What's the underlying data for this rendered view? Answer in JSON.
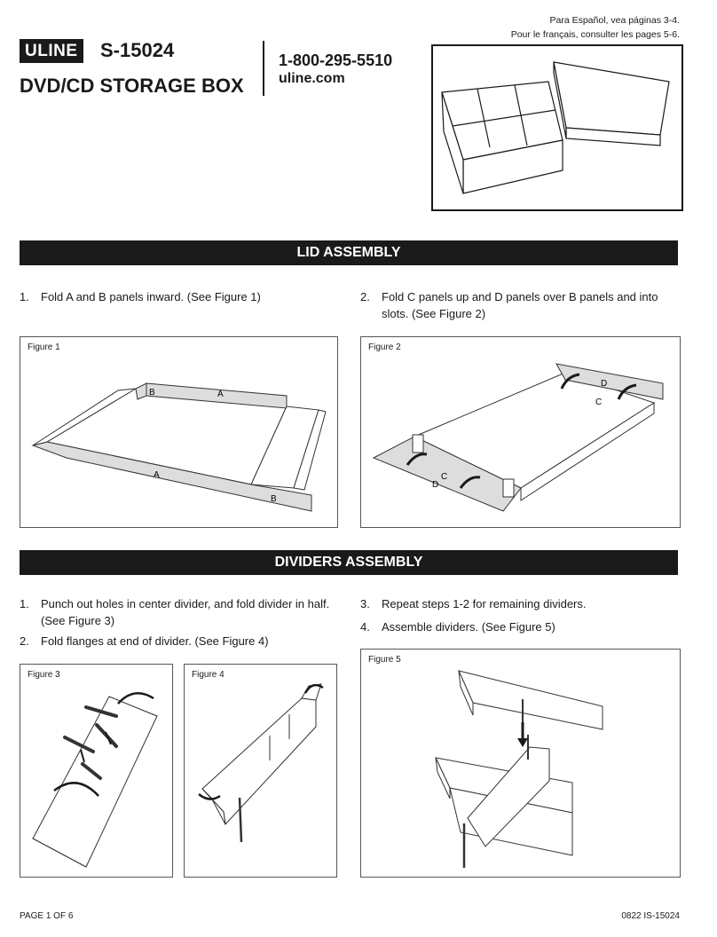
{
  "header": {
    "lang_es": "Para Español, vea páginas 3-4.",
    "lang_fr": "Pour le français, consulter les pages 5-6.",
    "logo": "ULINE",
    "model": "S-15024",
    "title": "DVD/CD STORAGE BOX",
    "phone": "1-800-295-5510",
    "website": "uline.com"
  },
  "lid_section": {
    "heading": "LID ASSEMBLY",
    "steps": [
      {
        "num": "1.",
        "text": "Fold A and B panels inward. (See Figure 1)"
      },
      {
        "num": "2.",
        "text": "Fold C panels up and D panels over B panels and into slots. (See Figure 2)"
      }
    ],
    "figure1": {
      "label": "Figure 1",
      "panel_labels": [
        "A",
        "B",
        "A",
        "B"
      ]
    },
    "figure2": {
      "label": "Figure 2",
      "panel_labels": [
        "D",
        "C",
        "C",
        "D"
      ]
    }
  },
  "dividers_section": {
    "heading": "DIVIDERS ASSEMBLY",
    "steps_left": [
      {
        "num": "1.",
        "text": "Punch out holes in center divider, and fold divider in half. (See Figure 3)"
      },
      {
        "num": "2.",
        "text": "Fold flanges at end of divider. (See Figure 4)"
      }
    ],
    "steps_right": [
      {
        "num": "3.",
        "text": "Repeat steps 1-2 for remaining dividers."
      },
      {
        "num": "4.",
        "text": "Assemble dividers. (See Figure 5)"
      }
    ],
    "figure3": {
      "label": "Figure 3"
    },
    "figure4": {
      "label": "Figure 4"
    },
    "figure5": {
      "label": "Figure 5"
    }
  },
  "footer": {
    "page": "PAGE 1 OF 6",
    "code": "0822 IS-15024"
  }
}
